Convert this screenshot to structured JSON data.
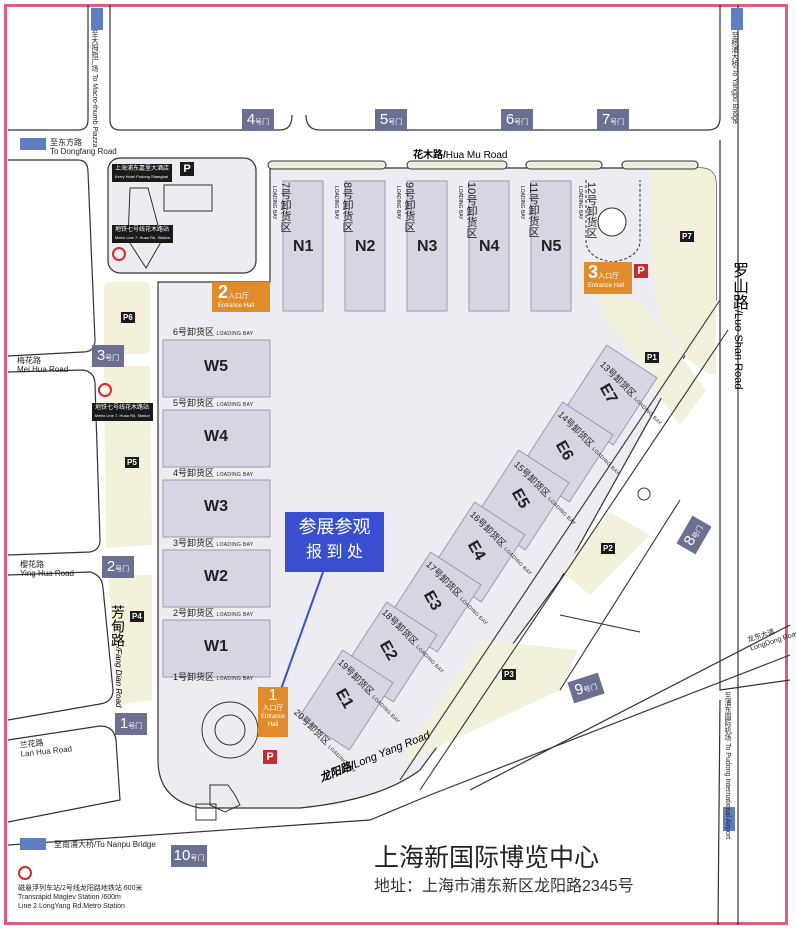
{
  "venue": {
    "title": "上海新国际博览中心",
    "address": "地址：上海市浦东新区龙阳路2345号"
  },
  "registration": {
    "line1": "参展参观",
    "line2": "报 到 处",
    "color": "#3a4fcf"
  },
  "roads": {
    "hua_mu": {
      "cn": "花木路/",
      "en": "Hua Mu Road"
    },
    "luo_shan": {
      "cn": "罗山路",
      "en": "/Luo Shan Road"
    },
    "long_yang": {
      "cn": "龙阳路/",
      "en": "Long Yang Road"
    },
    "fang_dian": {
      "cn": "芳甸路",
      "en": "/Fang Dian Road"
    },
    "mei_hua": {
      "cn": "梅花路",
      "en": "Mei Hua Road"
    },
    "ying_hua": {
      "cn": "樱花路",
      "en": "Ying Hua Road"
    },
    "lan_hua": {
      "cn": "兰花路",
      "en": "Lan Hua Road"
    },
    "long_dong": {
      "cn": "龙东大道",
      "en": "LongDong Road"
    }
  },
  "directions": {
    "dongfang": {
      "cn": "至东方路",
      "en": "To Dongfang Road"
    },
    "nanpu": {
      "text": "至南浦大桥/To Nanpu Bridge"
    },
    "micro_thumb": {
      "text": "至大拇指广场 To Macro-thumb Piazza"
    },
    "yangpu": {
      "text": "至杨浦大桥/To Yangpu Bridge"
    },
    "airport": {
      "cn": "至浦东国际机场",
      "en": "To Pudong International Airport"
    }
  },
  "gates": [
    {
      "num": "1",
      "suffix": "号门"
    },
    {
      "num": "2",
      "suffix": "号门"
    },
    {
      "num": "3",
      "suffix": "号门"
    },
    {
      "num": "4",
      "suffix": "号门"
    },
    {
      "num": "5",
      "suffix": "号门"
    },
    {
      "num": "6",
      "suffix": "号门"
    },
    {
      "num": "7",
      "suffix": "号门"
    },
    {
      "num": "8",
      "suffix": "号门"
    },
    {
      "num": "9",
      "suffix": "号门"
    },
    {
      "num": "10",
      "suffix": "号门"
    }
  ],
  "entrance_halls": [
    {
      "num": "1",
      "cn": "入口厅",
      "en": "Entrance Hall"
    },
    {
      "num": "2",
      "cn": "入口厅",
      "en": "Entrance Hall"
    },
    {
      "num": "3",
      "cn": "入口厅",
      "en": "Entrance Hall"
    }
  ],
  "halls": {
    "north": [
      "N1",
      "N2",
      "N3",
      "N4",
      "N5"
    ],
    "west": [
      "W5",
      "W4",
      "W3",
      "W2",
      "W1"
    ],
    "east": [
      "E7",
      "E6",
      "E5",
      "E4",
      "E3",
      "E2",
      "E1"
    ]
  },
  "loading_bays": {
    "en": "LOADING BAY",
    "north": [
      "7号卸货区",
      "8号卸货区",
      "9号卸货区",
      "10号卸货区",
      "11号卸货区",
      "12号卸货区"
    ],
    "west": [
      "6号卸货区",
      "5号卸货区",
      "4号卸货区",
      "3号卸货区",
      "2号卸货区",
      "1号卸货区"
    ],
    "east": [
      "13号卸货区",
      "14号卸货区",
      "15号卸货区",
      "16号卸货区",
      "17号卸货区",
      "18号卸货区",
      "19号卸货区",
      "20号卸货区"
    ]
  },
  "parking": [
    "P1",
    "P2",
    "P3",
    "P4",
    "P5",
    "P6",
    "P7"
  ],
  "parking_symbol": "P",
  "landmarks": {
    "kerry_hotel": {
      "cn": "上海浦东嘉里大酒店",
      "en": "Kerry Hotel Pudong Shanghai"
    },
    "metro_huamu": {
      "cn": "地铁七号线花木路站",
      "en": "Metro Line 7. Huau Rd. Station"
    },
    "maglev": {
      "line1": "磁悬浮列车站/2号线龙阳路地铁站  600米",
      "line2": "Transrapid Maglev Station  /600m",
      "line3": "Line 2 LongYang Rd.Metro Station"
    }
  },
  "colors": {
    "border": "#e35a7a",
    "hall": "#d6d6e3",
    "ground": "#ececf2",
    "parking_area": "#f3f0dc",
    "gate": "#6b6f92",
    "entrance": "#e08c2a",
    "direction_arrow": "#5d7fc0"
  }
}
